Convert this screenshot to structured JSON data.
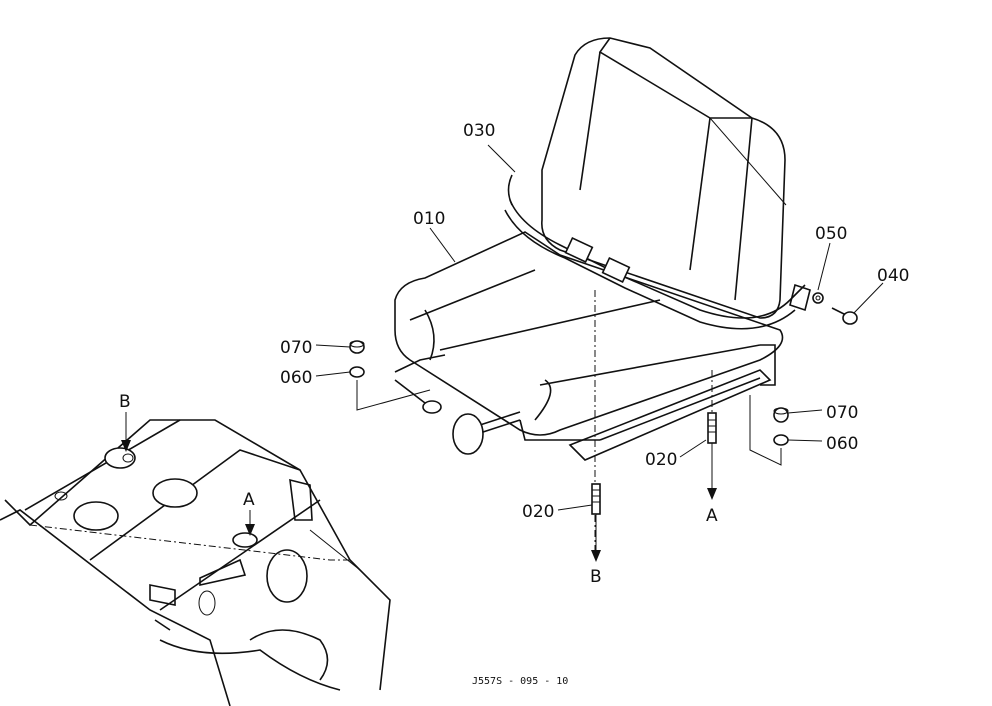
{
  "parts": {
    "p010": "010",
    "p020a": "020",
    "p020b": "020",
    "p030": "030",
    "p040": "040",
    "p050": "050",
    "p060a": "060",
    "p060b": "060",
    "p070a": "070",
    "p070b": "070"
  },
  "refs": {
    "a_top": "A",
    "a_bottom": "A",
    "b_top": "B",
    "b_bottom": "B"
  },
  "drawing_code": "J557S - 095 - 10"
}
